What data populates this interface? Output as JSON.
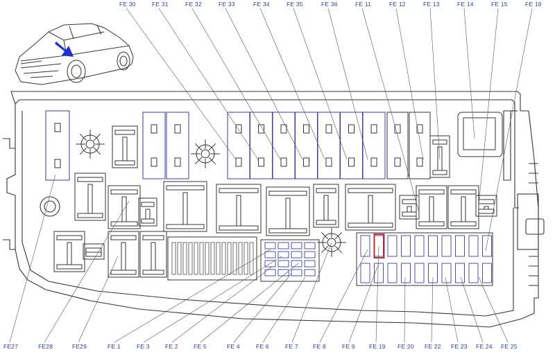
{
  "diagram": {
    "top_labels": [
      "FE 30",
      "FE 31",
      "FE 32",
      "FE 33",
      "FE 34",
      "FE 35",
      "FE 36",
      "FE 11",
      "FE 12",
      "FE 13",
      "FE 14",
      "FE 15",
      "FE 16"
    ],
    "bottom_labels": [
      "FE27",
      "FE28",
      "FE29",
      "FE 1",
      "FE 3",
      "FE 2",
      "FE 5",
      "FE 4",
      "FE 6",
      "FE 7",
      "FE 8",
      "FE 9",
      "FE 19",
      "FE 20",
      "FE 22",
      "FE 23",
      "FE 24",
      "FE 25"
    ],
    "colors": {
      "outline": "#333333",
      "label": "#2b3f9e",
      "fuse_highlight": "#3a3aa8",
      "selected_fuse": "#c0182a",
      "arrow": "#1f2fd0"
    },
    "icons": [
      "car-icon",
      "location-arrow-icon"
    ]
  }
}
